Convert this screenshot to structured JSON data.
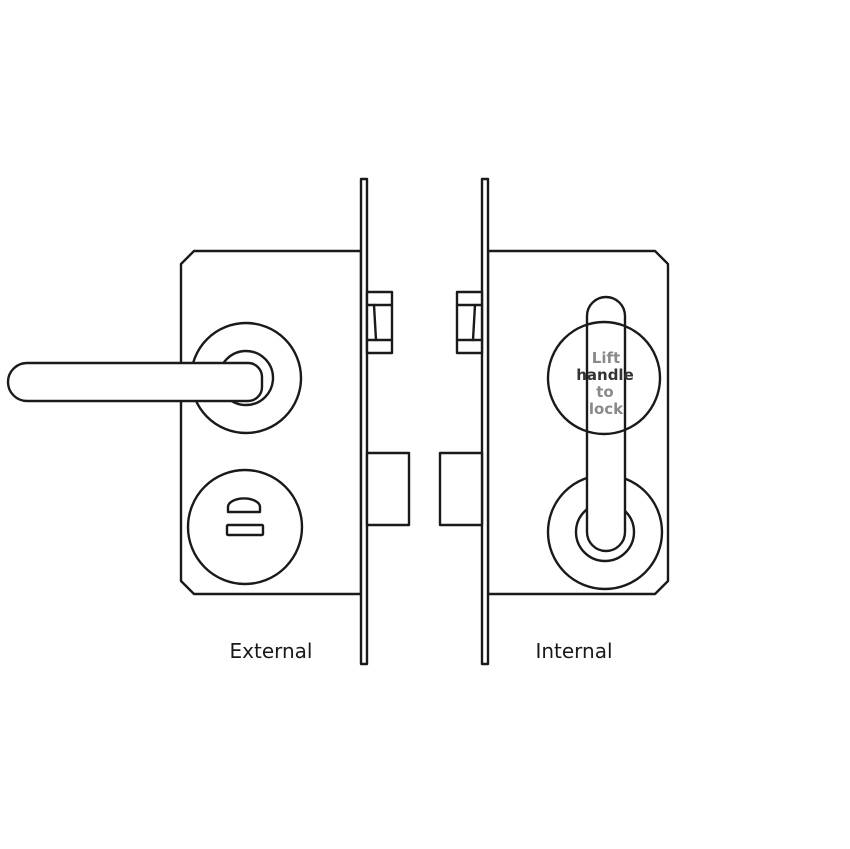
{
  "labels": {
    "external": "External",
    "internal": "Internal"
  },
  "lift_note": {
    "line1": "Lift",
    "line2": "handle",
    "line3": "to",
    "line4": "lock"
  },
  "colors": {
    "stroke": "#1a1a1a",
    "note_gray": "#8a8a8a",
    "note_dark": "#333333"
  }
}
